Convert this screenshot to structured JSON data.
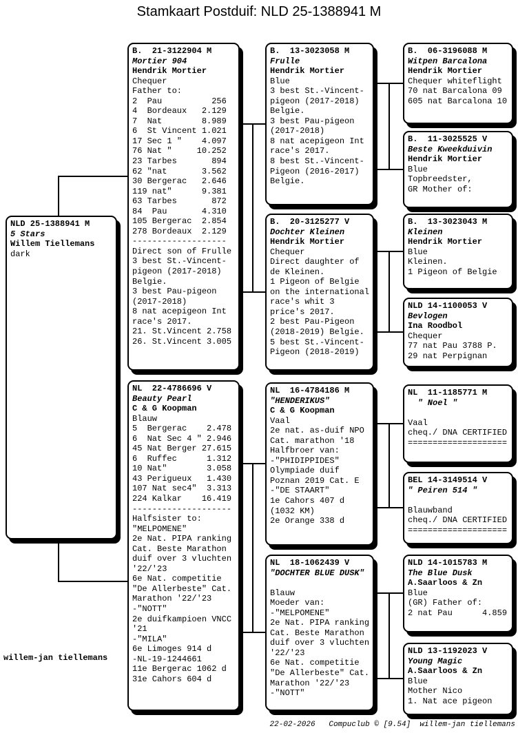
{
  "title": "Stamkaart Postduif: NLD 25-1388941 M",
  "signature": "willem-jan tiellemans",
  "footer": "22-02-2026   Compuclub © [9.54]  willem-jan tiellemans",
  "colors": {
    "ink": "#000000",
    "paper": "#ffffff"
  },
  "boxes": [
    {
      "id": "subject",
      "ring": "NLD 25-1388941 M",
      "name": "5 Stars",
      "owner": "Willem Tiellemans",
      "lines": [
        "dark"
      ]
    },
    {
      "id": "father",
      "ring": "B.  21-3122904 M",
      "name": "Mortier 904",
      "owner": "Hendrik Mortier",
      "lines": [
        "Chequer",
        "Father to:",
        "2  Pau          256",
        "4  Bordeaux   2.129",
        "7  Nat        8.989",
        "6  St Vincent 1.021",
        "17 Sec 1 \"    4.097",
        "76 Nat \"     10.252",
        "23 Tarbes       894",
        "62 \"nat       3.562",
        "30 Bergerac   2.646",
        "119 nat\"      9.381",
        "63 Tarbes       872",
        "84  Pau       4.310",
        "105 Bergerac  2.854",
        "278 Bordeaux  2.129",
        "-------------------",
        "Direct son of Frulle",
        "3 best St.-Vincent-",
        "pigeon (2017-2018)",
        "Belgie.",
        "3 best Pau-pigeon",
        "(2017-2018)",
        "8 nat acepigeon Int",
        "race's 2017.",
        "21. St.Vincent 2.758",
        "26. St.Vincent 3.005"
      ]
    },
    {
      "id": "mother",
      "ring": "NL  22-4786696 V",
      "name": "Beauty Pearl",
      "owner": "C & G Koopman",
      "lines": [
        "Blauw",
        "5  Bergerac    2.478",
        "6  Nat Sec 4 \" 2.946",
        "45 Nat Berger 27.615",
        "6  Ruffec      1.312",
        "10 Nat\"        3.058",
        "43 Perigueux   1.430",
        "107 Nat sec4\"  3.313",
        "224 Kalkar    16.419",
        "--------------------",
        "Halfsister to:",
        "\"MELPOMENE\"",
        "2e Nat. PIPA ranking",
        "Cat. Beste Marathon",
        "duif over 3 vluchten",
        "'22/'23",
        "6e Nat. competitie",
        "\"De Allerbeste\" Cat.",
        "Marathon '22/'23",
        "-\"NOTT\"",
        "2e duifkampioen VNCC",
        "'21",
        "-\"MILA\"",
        "6e Limoges 914 d",
        "-NL-19-1244661",
        "11e Bergerac 1062 d",
        "31e Cahors 604 d"
      ]
    },
    {
      "id": "paternal-grandfather",
      "ring": "B.  13-3023058 M",
      "name": "Frulle",
      "owner": "Hendrik Mortier",
      "lines": [
        "Blue",
        "3 best St.-Vincent-",
        "pigeon (2017-2018)",
        "Belgie.",
        "3 best Pau-pigeon",
        "(2017-2018)",
        "8 nat acepigeon Int",
        "race's 2017.",
        "8 best St.-Vincent-",
        "Pigeon (2016-2017)",
        "Belgie."
      ]
    },
    {
      "id": "paternal-grandmother",
      "ring": "B.  20-3125277 V",
      "name": "Dochter Kleinen",
      "owner": "Hendrik Mortier",
      "lines": [
        "Chequer",
        "Direct daughter of",
        "de Kleinen.",
        "1 Pigeon of Belgie",
        "on the international",
        "race's whit 3",
        "price's 2017.",
        "2 best Pau-Pigeon",
        "(2018-2019) Belgie.",
        "5 best St.-Vincent-",
        "Pigeon (2018-2019)"
      ]
    },
    {
      "id": "maternal-grandfather",
      "ring": "NL  16-4784186 M",
      "name": "\"HENDERIKUS\"",
      "owner": "C & G Koopman",
      "lines": [
        "Vaal",
        "2e nat. as-duif NPO",
        "Cat. marathon '18",
        "Halfbroer van:",
        "-\"PHIDIPPIDES\"",
        "Olympiade duif",
        "Poznan 2019 Cat. E",
        "-\"DE STAART\"",
        "1e Cahors 407 d",
        "(1032 KM)",
        "2e Orange 338 d"
      ]
    },
    {
      "id": "maternal-grandmother",
      "ring": "NL  18-1062439 V",
      "name": "\"DOCHTER BLUE DUSK\"",
      "owner": "",
      "lines": [
        "Blauw",
        "Moeder van:",
        "-\"MELPOMENE\"",
        "2e Nat. PIPA ranking",
        "Cat. Beste Marathon",
        "duif over 3 vluchten",
        "'22/'23",
        "6e Nat. competitie",
        "\"De Allerbeste\" Cat.",
        "Marathon '22/'23",
        "-\"NOTT\""
      ]
    },
    {
      "id": "great-grandparent-1",
      "ring": "B.  06-3196088 M",
      "name": "Witpen Barcalona",
      "owner": "Hendrik Mortier",
      "lines": [
        "Chequer whiteflight",
        "70 nat Barcalona 09",
        "605 nat Barcalona 10"
      ]
    },
    {
      "id": "great-grandparent-2",
      "ring": "B.  11-3025525 V",
      "name": "Beste Kweekduivin",
      "owner": "Hendrik Mortier",
      "lines": [
        "Blue",
        "Topbreedster,",
        "GR Mother of:"
      ]
    },
    {
      "id": "great-grandparent-3",
      "ring": "B.  13-3023043 M",
      "name": "Kleinen",
      "owner": "Hendrik Mortier",
      "lines": [
        "Blue",
        "Kleinen.",
        "1 Pigeon of Belgie"
      ]
    },
    {
      "id": "great-grandparent-4",
      "ring": "NLD 14-1100053 V",
      "name": "Bevlogen",
      "owner": "Ina Roodbol",
      "lines": [
        "Chequer",
        "77 nat Pau 3788 P.",
        "29 nat Perpignan"
      ]
    },
    {
      "id": "great-grandparent-5",
      "ring": "NL  11-1185771 M",
      "name": "  \" Noel \"",
      "owner": "",
      "lines": [
        "Vaal",
        "cheq./ DNA CERTIFIED",
        "===================="
      ]
    },
    {
      "id": "great-grandparent-6",
      "ring": "BEL 14-3149514 V",
      "name": "\" Peiren 514 \"",
      "owner": "",
      "lines": [
        "Blauwband",
        "cheq./ DNA CERTIFIED",
        "===================="
      ]
    },
    {
      "id": "great-grandparent-7",
      "ring": "NLD 14-1015783 M",
      "name": "The Blue Dusk",
      "owner": "A.Saarloos & Zn",
      "lines": [
        "Blue",
        "(GR) Father of:",
        "2 nat Pau      4.859"
      ]
    },
    {
      "id": "great-grandparent-8",
      "ring": "NLD 13-1192023 V",
      "name": "Young Magic",
      "owner": "A.Saarloos & Zn",
      "lines": [
        "Blue",
        "Mother Nico",
        "1. Nat ace pigeon"
      ]
    }
  ]
}
